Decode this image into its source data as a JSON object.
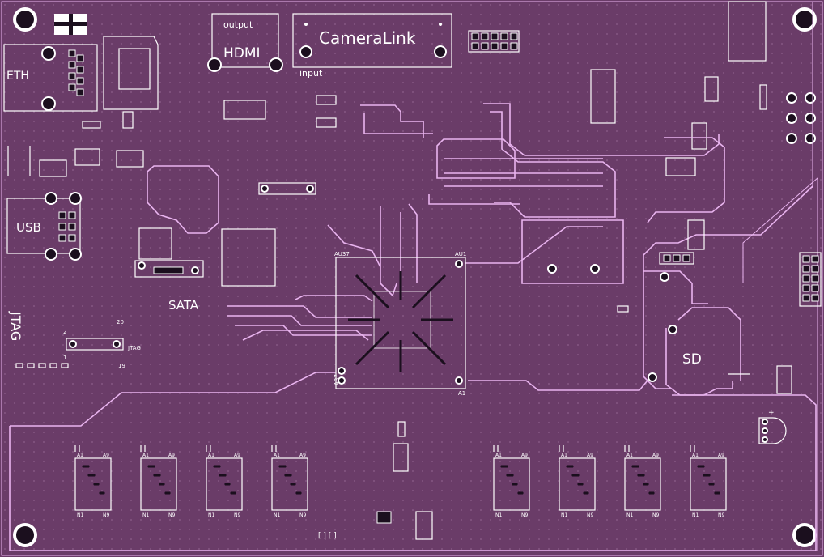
{
  "labels": {
    "eth": "ETH",
    "usb": "USB",
    "jtag": "JTAG",
    "jtag_small": "JTAG",
    "jtag_pin2": "2",
    "jtag_pin20": "20",
    "jtag_pin1": "1",
    "jtag_pin19": "19",
    "sata": "SATA",
    "hdmi": "HDMI",
    "hdmi_dir": "output",
    "cameralink": "CameraLink",
    "cameralink_dir": "input",
    "sd": "SD",
    "bga_corner_tl": "AU37",
    "bga_corner_tr": "AU1",
    "bga_corner_bl": "A37",
    "bga_corner_br": "A1",
    "mem_a1": "A1",
    "mem_a9": "A9",
    "mem_n1": "N1",
    "mem_n9": "N9",
    "plus": "+"
  },
  "colors": {
    "board": "#6a3c68",
    "silkscreen": "#ffffff",
    "trace": "#e9b4ef",
    "pad": "#1b0f1e"
  },
  "memory_chips": 8
}
